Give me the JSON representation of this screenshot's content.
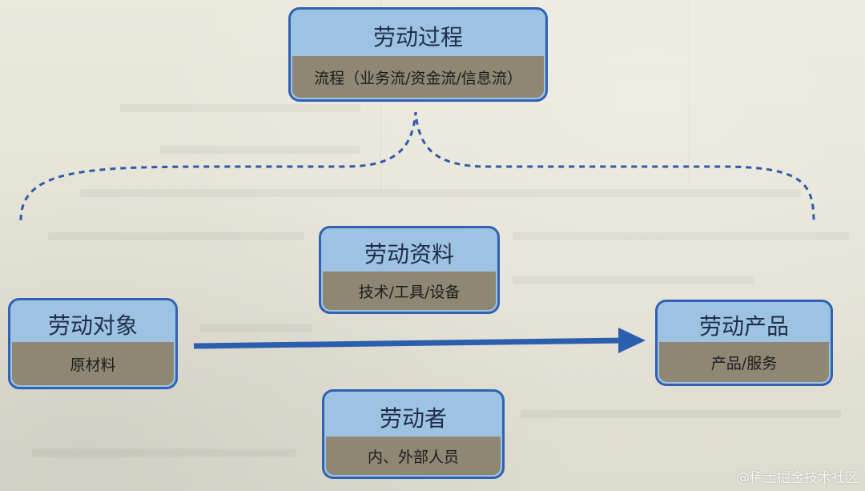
{
  "diagram": {
    "process": {
      "title": "劳动过程",
      "subtitle": "流程（业务流/资金流/信息流）"
    },
    "means": {
      "title": "劳动资料",
      "subtitle": "技术/工具/设备"
    },
    "object": {
      "title": "劳动对象",
      "subtitle": "原材料"
    },
    "product": {
      "title": "劳动产品",
      "subtitle": "产品/服务"
    },
    "worker": {
      "title": "劳动者",
      "subtitle": "内、外部人员"
    }
  },
  "watermark": "@稀土掘金技术社区",
  "colors": {
    "box_border": "#2f62b4",
    "box_top_fill": "#9ec3e2",
    "box_bottom_fill": "#8d8774",
    "arrow": "#2b5fad",
    "dashed_brace": "#2e5aa8",
    "paper": "#e7e4d8"
  }
}
